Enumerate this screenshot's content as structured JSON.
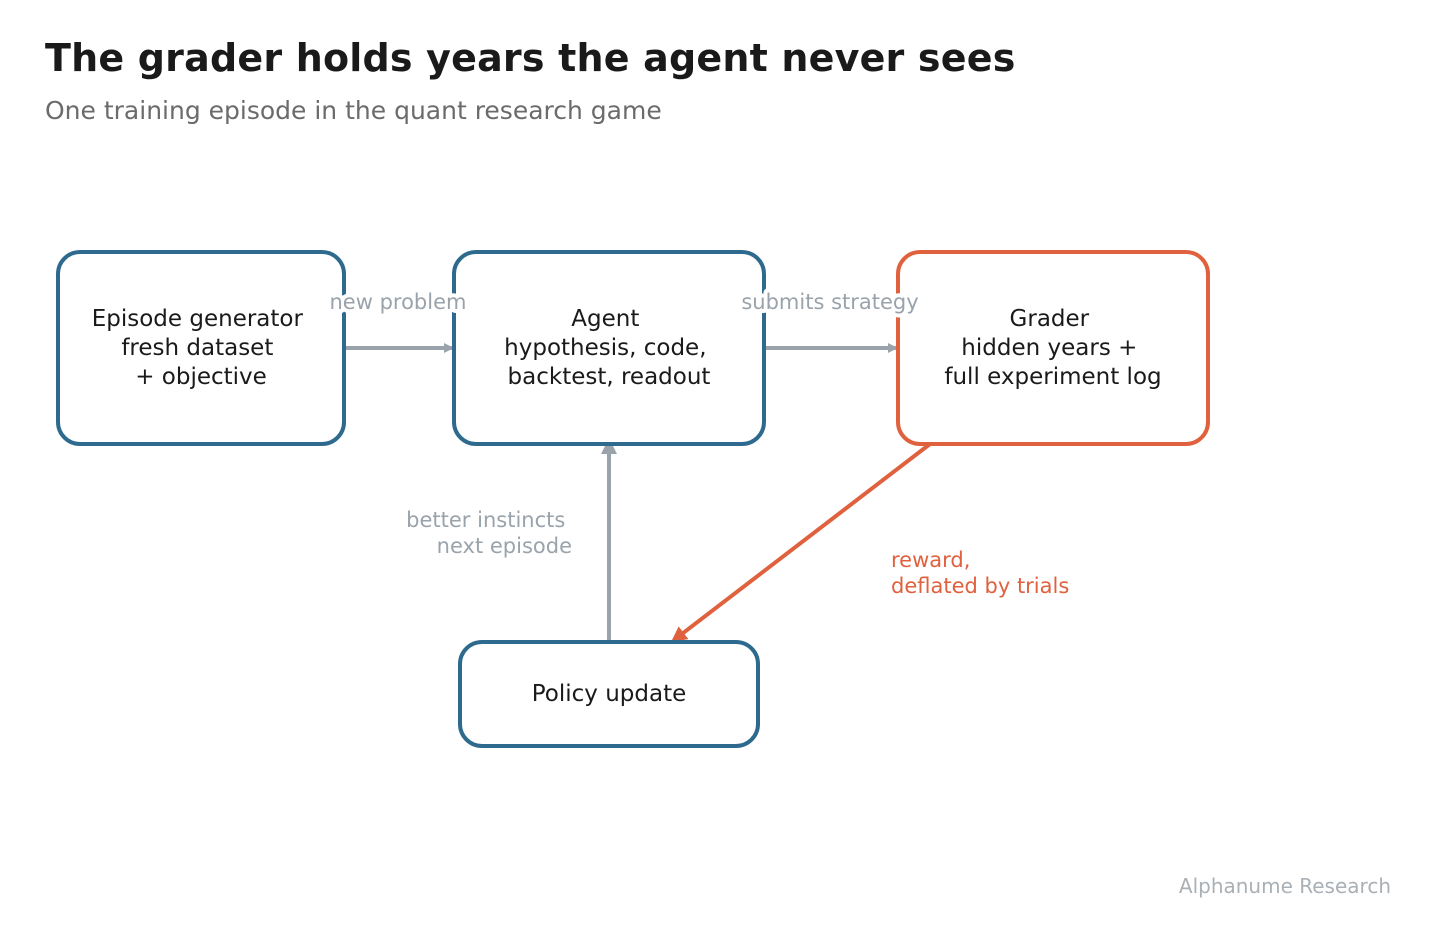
{
  "title": "The grader holds years the agent never sees",
  "subtitle": "One training episode in the quant research game",
  "colors": {
    "primary": "#2e6a8e",
    "accent": "#e0613e",
    "edge": "#9aa3ab",
    "text": "#1a1a1a"
  },
  "nodes": {
    "generator": {
      "lines": [
        "Episode generator",
        "fresh dataset",
        "+ objective"
      ]
    },
    "agent": {
      "lines": [
        "Agent",
        "hypothesis, code,",
        "backtest, readout"
      ]
    },
    "grader": {
      "lines": [
        "Grader",
        "hidden years +",
        "full experiment log"
      ]
    },
    "policy": {
      "lines": [
        "Policy update"
      ]
    }
  },
  "edges": {
    "generator_to_agent": "new problem",
    "agent_to_grader": "submits strategy",
    "policy_to_agent": [
      "better instincts",
      "next episode"
    ],
    "grader_to_policy": [
      "reward,",
      "deflated by trials"
    ]
  },
  "footer": "Alphanume Research"
}
